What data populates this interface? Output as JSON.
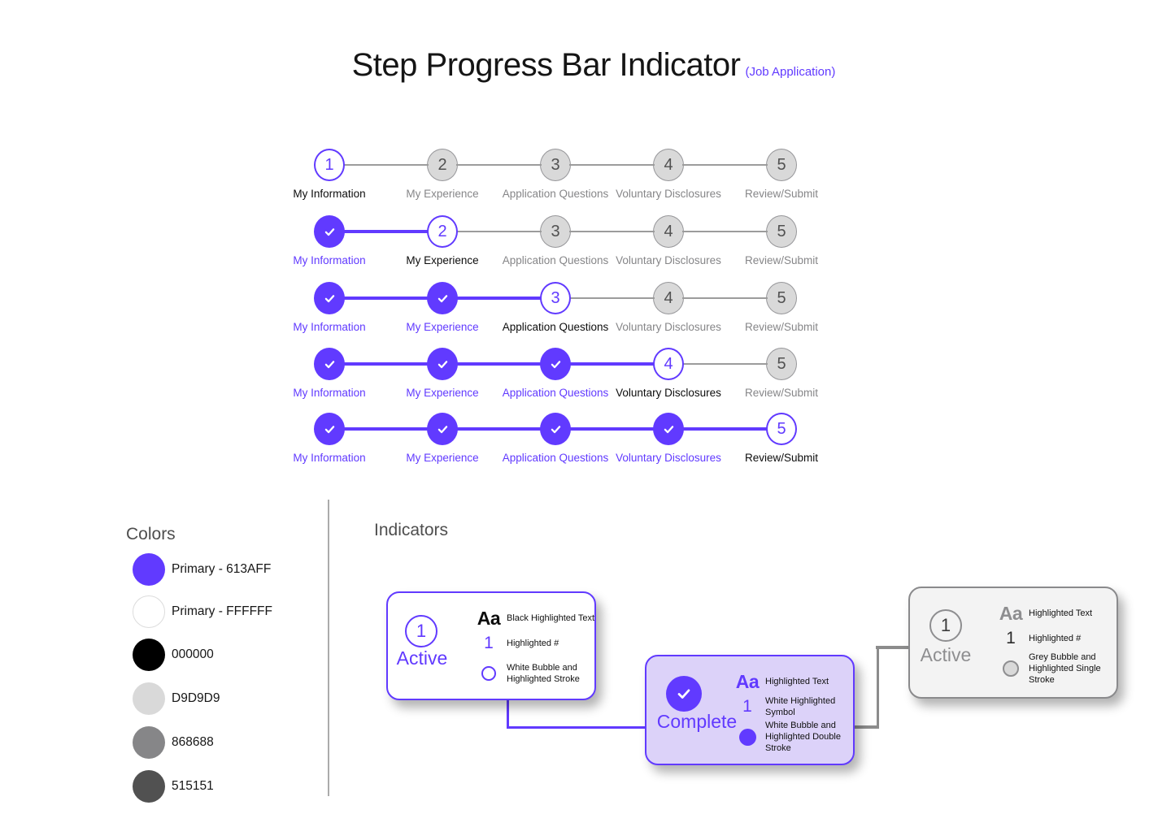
{
  "title": {
    "main": "Step Progress Bar Indicator",
    "sub": "(Job Application)"
  },
  "palette": {
    "primary": "#613AFF",
    "white": "#FFFFFF",
    "black": "#000000",
    "light_grey": "#D9D9D9",
    "mid_grey": "#868688",
    "dark_grey": "#515151",
    "complete_card_bg": "#DCD2F9",
    "grey_card_bg": "#F3F3F3"
  },
  "progress": {
    "steps": [
      {
        "number": "1",
        "label": "My Information"
      },
      {
        "number": "2",
        "label": "My Experience"
      },
      {
        "number": "3",
        "label": "Application Questions"
      },
      {
        "number": "4",
        "label": "Voluntary Disclosures"
      },
      {
        "number": "5",
        "label": "Review/Submit"
      }
    ],
    "rows": [
      {
        "steps": [
          "active",
          "upcoming",
          "upcoming",
          "upcoming",
          "upcoming"
        ]
      },
      {
        "steps": [
          "complete",
          "active",
          "upcoming",
          "upcoming",
          "upcoming"
        ]
      },
      {
        "steps": [
          "complete",
          "complete",
          "active",
          "upcoming",
          "upcoming"
        ]
      },
      {
        "steps": [
          "complete",
          "complete",
          "complete",
          "active",
          "upcoming"
        ]
      },
      {
        "steps": [
          "complete",
          "complete",
          "complete",
          "complete",
          "active"
        ]
      }
    ]
  },
  "colors_panel": {
    "heading": "Colors",
    "swatches": [
      {
        "label": "Primary - 613AFF",
        "hex": "#613AFF",
        "bordered": false
      },
      {
        "label": "Primary - FFFFFF",
        "hex": "#FFFFFF",
        "bordered": true
      },
      {
        "label": "000000",
        "hex": "#000000",
        "bordered": false
      },
      {
        "label": "D9D9D9",
        "hex": "#D9D9D9",
        "bordered": false
      },
      {
        "label": "868688",
        "hex": "#868688",
        "bordered": false
      },
      {
        "label": "515151",
        "hex": "#515151",
        "bordered": false
      }
    ]
  },
  "indicators_panel": {
    "heading": "Indicators",
    "active_card": {
      "bubble_number": "1",
      "state_label": "Active",
      "rows": [
        {
          "symbol": "Aa",
          "text": "Black Highlighted Text"
        },
        {
          "symbol": "1",
          "text": "Highlighted #"
        },
        {
          "symbol": "white-bubble",
          "text": "White Bubble and Highlighted Stroke"
        }
      ]
    },
    "complete_card": {
      "state_label": "Complete",
      "rows": [
        {
          "symbol": "Aa",
          "text": "Highlighted Text"
        },
        {
          "symbol": "1",
          "text": "White Highlighted Symbol"
        },
        {
          "symbol": "white-bubble",
          "text": "White Bubble and Highlighted Double Stroke"
        }
      ]
    },
    "grey_card": {
      "bubble_number": "1",
      "state_label": "Active",
      "rows": [
        {
          "symbol": "Aa",
          "text": "Highlighted Text"
        },
        {
          "symbol": "1",
          "text": "Highlighted #"
        },
        {
          "symbol": "grey-bubble",
          "text": "Grey Bubble and Highlighted Single Stroke"
        }
      ]
    }
  }
}
